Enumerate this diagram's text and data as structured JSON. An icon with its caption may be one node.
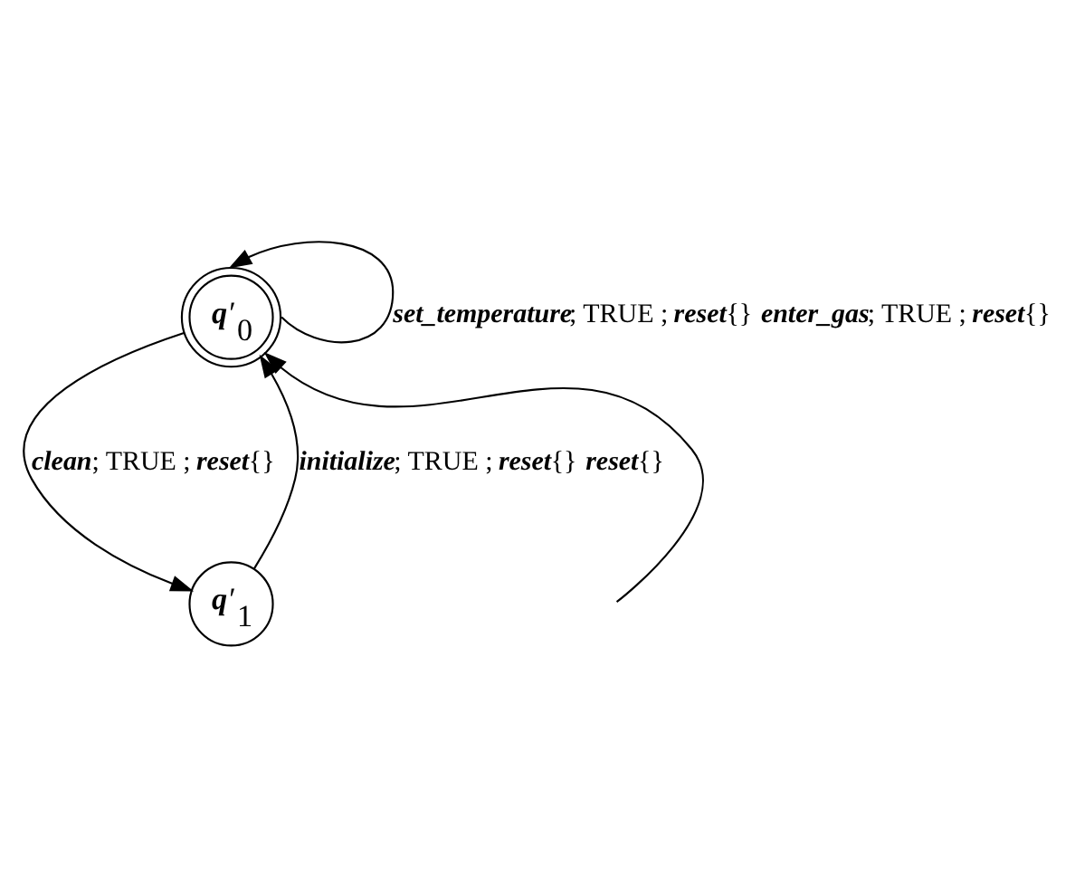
{
  "diagram": {
    "nodes": [
      {
        "text": [
          "*q*′$_{0}$"
        ]
      },
      {
        "text": [
          "*q*′$_{1}$"
        ]
      }
    ],
    "edges": [
      {
        "from": 0,
        "to": 0,
        "arrow": "to",
        "label": "*set_temperature*; TRUE ; *reset*{} *enter_gas*; TRUE ; *reset*{}"
      },
      {
        "from": null,
        "to": 0,
        "arrow": "to"
      },
      {
        "from": 0,
        "to": 1,
        "arrow": "to",
        "label": "*clean*; TRUE ; *reset*{}"
      },
      {
        "from": 1,
        "to": 0,
        "arrow": "to",
        "label": "*initialize*; TRUE ; *reset*{} *reset*{}"
      }
    ]
  }
}
